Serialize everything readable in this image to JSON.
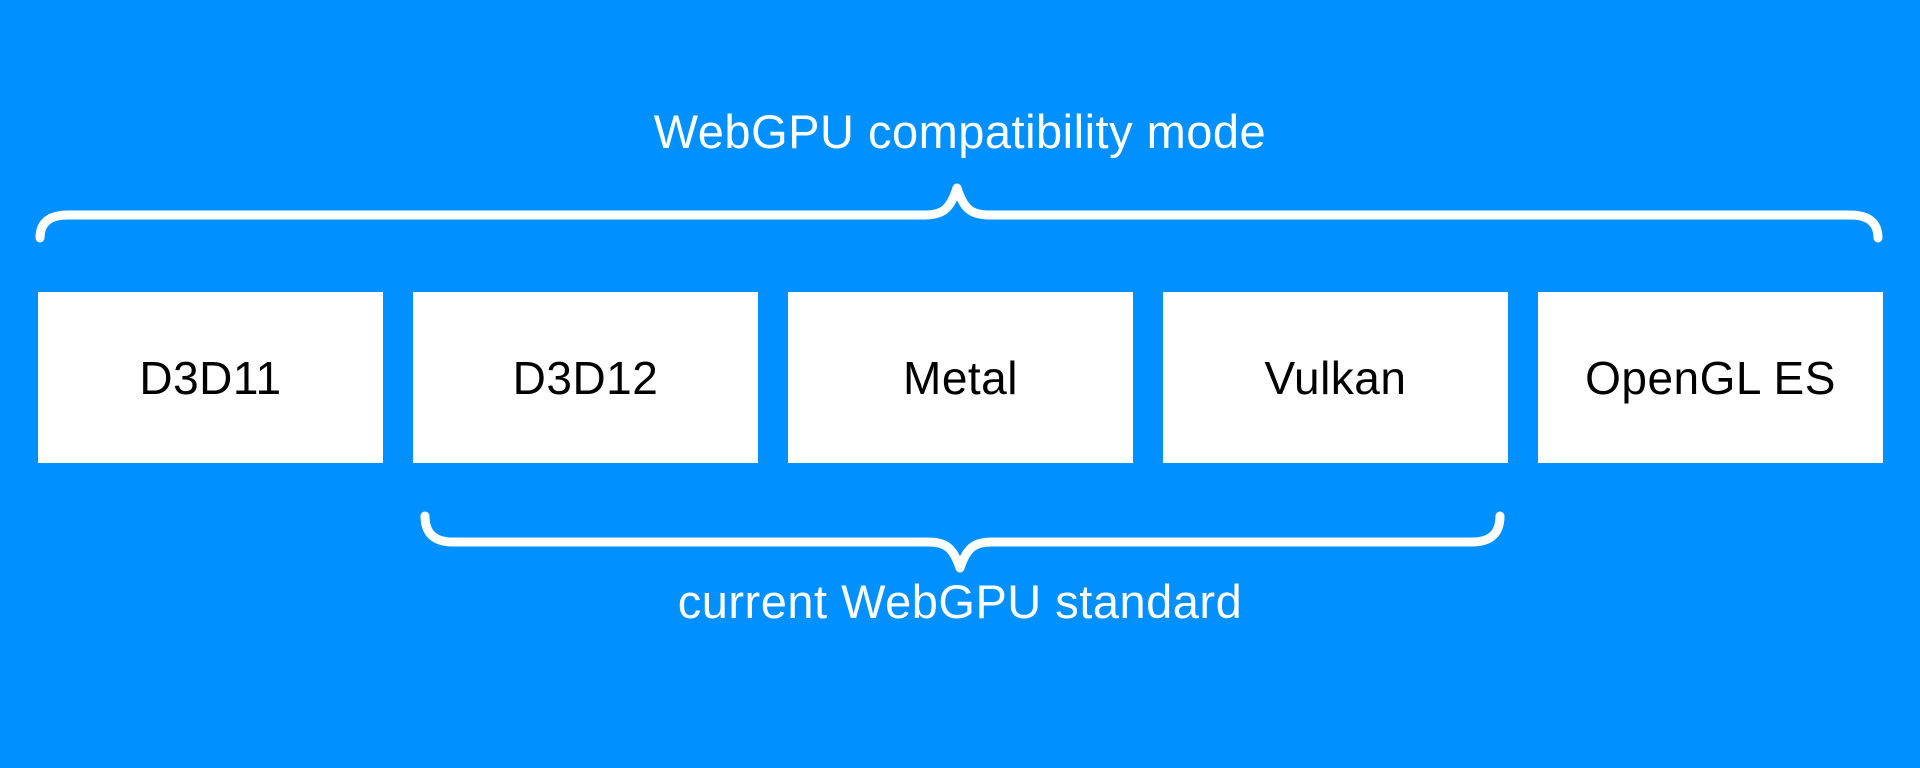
{
  "colors": {
    "background": "#0090ff",
    "box_fill": "#ffffff",
    "box_text": "#000000",
    "label_text": "#ffffff",
    "brace": "#ffffff"
  },
  "annotations": {
    "top_label": "WebGPU compatibility mode",
    "bottom_label": "current WebGPU standard"
  },
  "boxes": [
    {
      "label": "D3D11"
    },
    {
      "label": "D3D12"
    },
    {
      "label": "Metal"
    },
    {
      "label": "Vulkan"
    },
    {
      "label": "OpenGL ES"
    }
  ],
  "groups": {
    "compatibility_mode_spans": [
      "D3D11",
      "D3D12",
      "Metal",
      "Vulkan",
      "OpenGL ES"
    ],
    "current_standard_spans": [
      "D3D12",
      "Metal",
      "Vulkan"
    ]
  }
}
